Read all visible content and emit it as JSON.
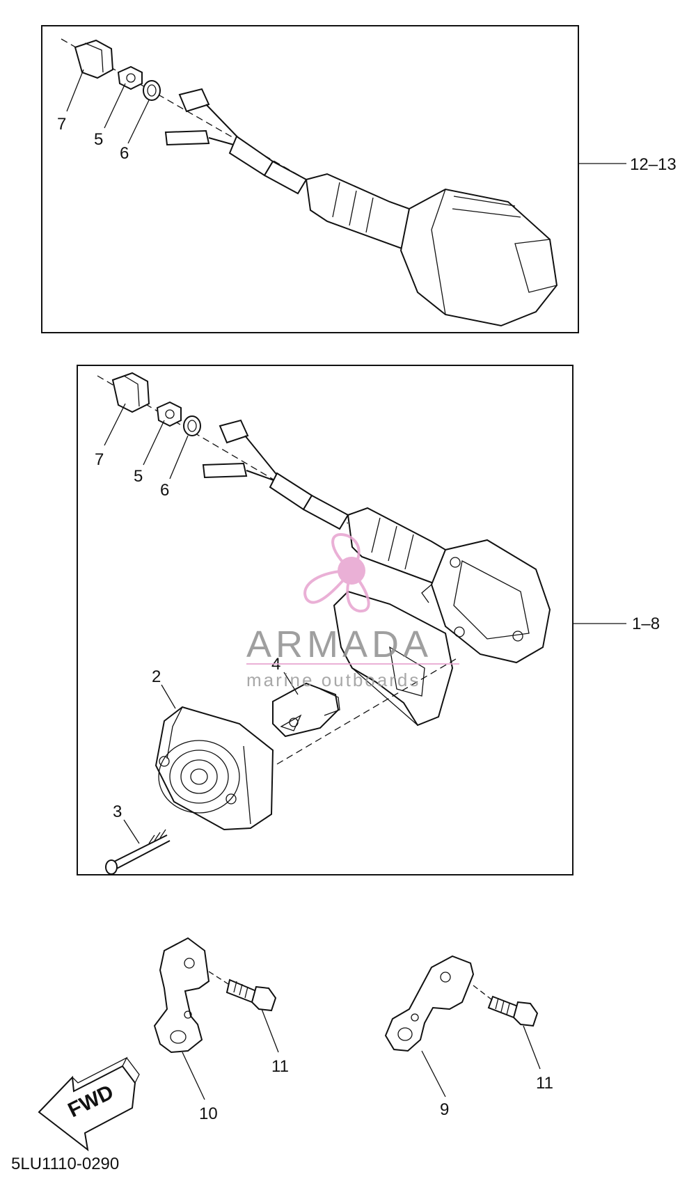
{
  "diagram": {
    "callouts": {
      "top_7": "7",
      "top_5": "5",
      "top_6": "6",
      "top_assembly": "12–13",
      "mid_7": "7",
      "mid_5": "5",
      "mid_6": "6",
      "mid_assembly": "1–8",
      "mid_2": "2",
      "mid_3": "3",
      "mid_4": "4",
      "bracket_10": "10",
      "bracket_11_left": "11",
      "bracket_9": "9",
      "bracket_11_right": "11"
    },
    "fwd_label": "FWD",
    "part_code": "5LU1110-0290"
  },
  "watermark": {
    "brand": "ARMADA",
    "tagline": "marine outboards",
    "accent_color": "#e7a3cf"
  }
}
